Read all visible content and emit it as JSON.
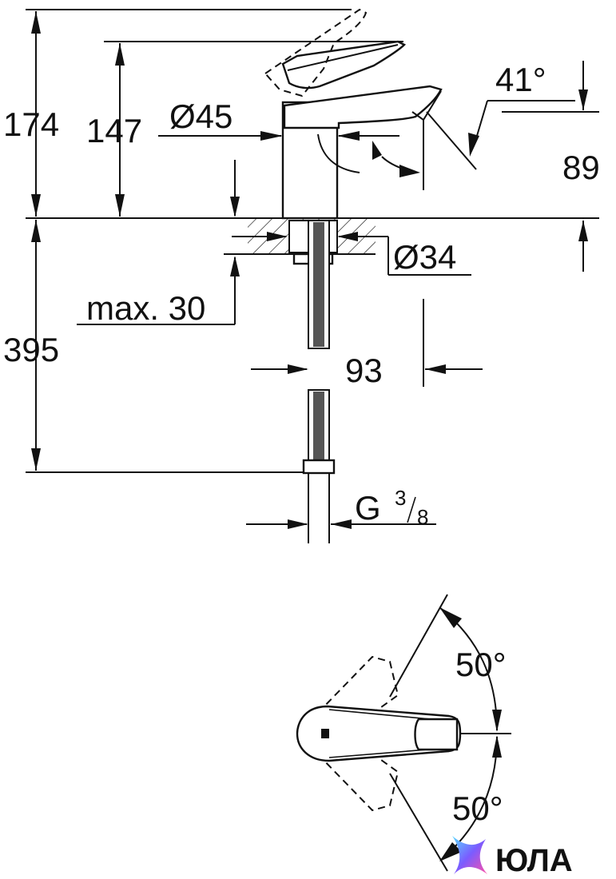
{
  "dimensions": {
    "h174": "174",
    "h147": "147",
    "d45": "Ø45",
    "a41": "41°",
    "h89": "89",
    "d34": "Ø34",
    "max30": "max. 30",
    "h395": "395",
    "w93": "93",
    "g_letter": "G",
    "g_num": "3",
    "g_den": "8",
    "a50_top": "50°",
    "a50_bottom": "50°"
  },
  "watermark": {
    "text": "ЮЛА",
    "colors": [
      "#5ad8ff",
      "#7a5cff",
      "#ff4fa8"
    ]
  }
}
